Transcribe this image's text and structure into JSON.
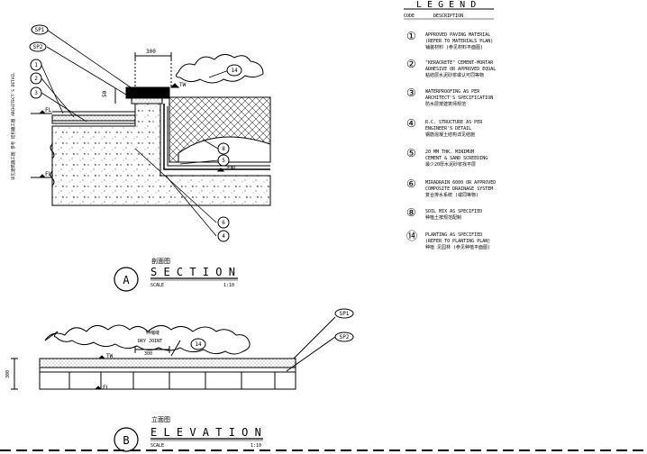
{
  "legend": {
    "title": "L E G E N D",
    "col_code": "CODE",
    "col_description": "DESCRIPTION",
    "items": [
      {
        "code": "①",
        "lines": [
          "APPROVED PAVING MATERIAL",
          "(REFER TO MATERIALS PLAN)",
          "铺装材料 (参见材料平面图)"
        ]
      },
      {
        "code": "②",
        "lines": [
          "\"KERACRETE\" CEMENT-MORTAR",
          "ADHESIVE OR APPROVED EQUAL",
          "粘结层水泥砂浆或认可同等物"
        ]
      },
      {
        "code": "③",
        "lines": [
          "WATERPROOFING AS PER",
          "ARCHITECT'S SPECIFICATION",
          "防水层按建筑师规范"
        ]
      },
      {
        "code": "④",
        "lines": [
          "R.C. STRUCTURE AS PER",
          "ENGINEER'S DETAIL",
          "钢筋混凝土结构详见结施"
        ]
      },
      {
        "code": "⑤",
        "lines": [
          "20 MM THK. MINIMUM",
          "CEMENT & SAND SCREEDING",
          "最少20厚水泥砂浆找平层"
        ]
      },
      {
        "code": "⑥",
        "lines": [
          "MIRADRAIN 6000 OR APPROVED",
          "COMPOSITE DRAINAGE SYSTEM",
          "复合排水系统 (或同等物)"
        ]
      },
      {
        "code": "⑧",
        "lines": [
          "SOIL MIX AS SPECIFIED",
          "种植土按规范配制"
        ]
      },
      {
        "code": "⑭",
        "lines": [
          "PLANTING AS SPECIFIED",
          "(REFER TO PLANTING PLAN)",
          "种植 见园林 (参见种植平面图)"
        ]
      }
    ]
  },
  "section": {
    "marker": "A",
    "title_cn": "剖面图",
    "title": "S E C T I O N",
    "scale_label": "SCALE",
    "scale": "1:10",
    "callouts": {
      "sp1": "SP1",
      "sp2": "SP2",
      "c1": "1",
      "c2": "2",
      "c3": "3",
      "c4": "4",
      "c5": "5",
      "c6": "6",
      "c8": "8",
      "c14": "14"
    },
    "level_tw": "TW",
    "level_fl": "FL",
    "level_fl2": "FL",
    "level_fnl": "FNL",
    "dim_top": "300",
    "dim_side": "50",
    "side_note": "详见建筑施工图 参考 结构施工图 ARCHITECT'S DETAIL"
  },
  "elevation": {
    "marker": "B",
    "title_cn": "立面图",
    "title": "E L E V A T I O N",
    "scale_label": "SCALE",
    "scale": "1:10",
    "callouts": {
      "sp1": "SP1",
      "sp2": "SP2",
      "c14": "14"
    },
    "level_tw": "TW",
    "level_fl": "FL",
    "expansion_label": "伸缩缝",
    "dim_note": "DRY JOINT",
    "dim_mid": "300",
    "dim_left": "300"
  }
}
